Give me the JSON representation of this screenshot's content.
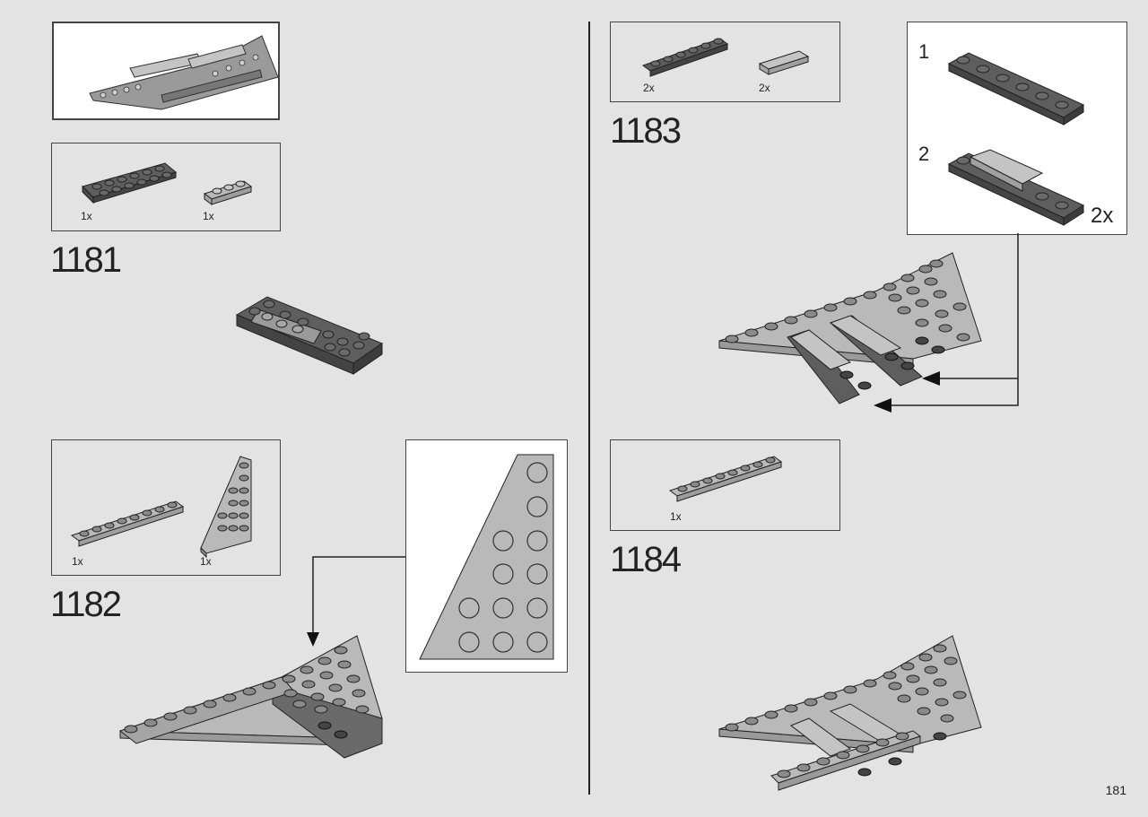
{
  "page": {
    "number": "181"
  },
  "steps": [
    {
      "number": "1181",
      "parts": [
        {
          "qty": "1x"
        },
        {
          "qty": "1x"
        }
      ]
    },
    {
      "number": "1182",
      "parts": [
        {
          "qty": "1x"
        },
        {
          "qty": "1x"
        }
      ]
    },
    {
      "number": "1183",
      "parts": [
        {
          "qty": "2x"
        },
        {
          "qty": "2x"
        }
      ],
      "subassembly": {
        "step1": "1",
        "step2": "2",
        "multiplier": "2x"
      }
    },
    {
      "number": "1184",
      "parts": [
        {
          "qty": "1x"
        }
      ]
    }
  ],
  "colors": {
    "dark": "#5e5e5e",
    "mid": "#8a8a8a",
    "light": "#b9b9b9",
    "outline": "#222222"
  }
}
